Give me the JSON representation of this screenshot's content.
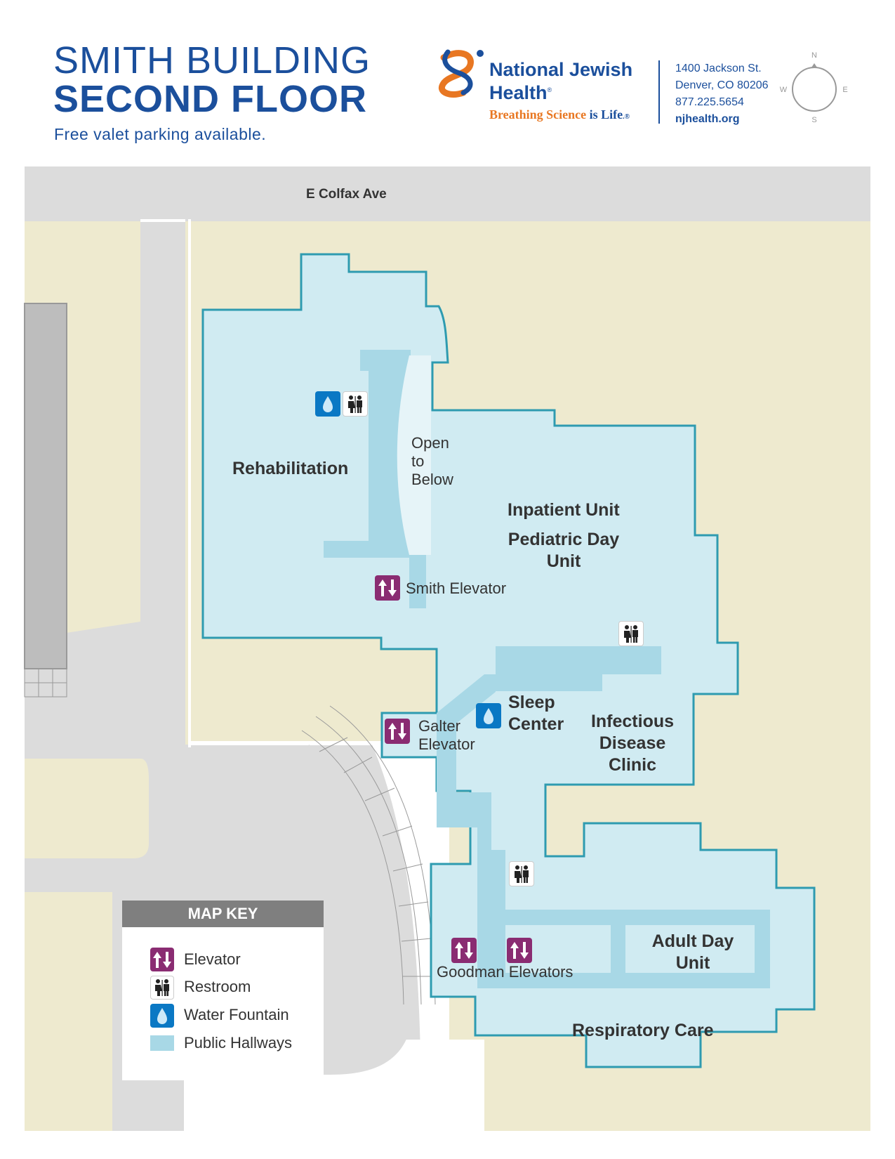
{
  "header": {
    "title_line1": "SMITH BUILDING",
    "title_line2": "SECOND FLOOR",
    "subtitle": "Free valet parking available."
  },
  "logo": {
    "name_line1": "National Jewish",
    "name_line2": "Health",
    "registered": "®",
    "tagline_a": "Breathing Science",
    "tagline_b": "is Life",
    "tagline_mark": ".®",
    "colors": {
      "blue": "#1b4f9c",
      "orange": "#e87722"
    }
  },
  "contact": {
    "address_line1": "1400 Jackson St.",
    "address_line2": "Denver, CO 80206",
    "phone": "877.225.5654",
    "website": "njhealth.org"
  },
  "compass": {
    "n": "N",
    "e": "E",
    "s": "S",
    "w": "W"
  },
  "map": {
    "street": "E Colfax Ave",
    "colors": {
      "building_fill": "#d0ebf2",
      "building_stroke": "#2e9bb0",
      "hallway": "#a8d8e6",
      "ground": "#eeeacf",
      "road": "#dcdcdc",
      "neighbor_building": "#bdbdbd"
    },
    "departments": {
      "rehab": "Rehabilitation",
      "open_line1": "Open",
      "open_line2": "to",
      "open_line3": "Below",
      "inpatient": "Inpatient Unit",
      "pediatric_line1": "Pediatric Day",
      "pediatric_line2": "Unit",
      "sleep_line1": "Sleep",
      "sleep_line2": "Center",
      "infectious_line1": "Infectious",
      "infectious_line2": "Disease",
      "infectious_line3": "Clinic",
      "adult_line1": "Adult Day",
      "adult_line2": "Unit",
      "respiratory": "Respiratory Care"
    },
    "elevators": {
      "smith": "Smith Elevator",
      "galter_line1": "Galter",
      "galter_line2": "Elevator",
      "goodman": "Goodman Elevators"
    },
    "icons": {
      "elevator": "elevator-icon",
      "restroom": "restroom-icon",
      "water": "water-fountain-icon"
    }
  },
  "map_key": {
    "title": "MAP KEY",
    "items": [
      "Elevator",
      "Restroom",
      "Water Fountain",
      "Public Hallways"
    ]
  }
}
